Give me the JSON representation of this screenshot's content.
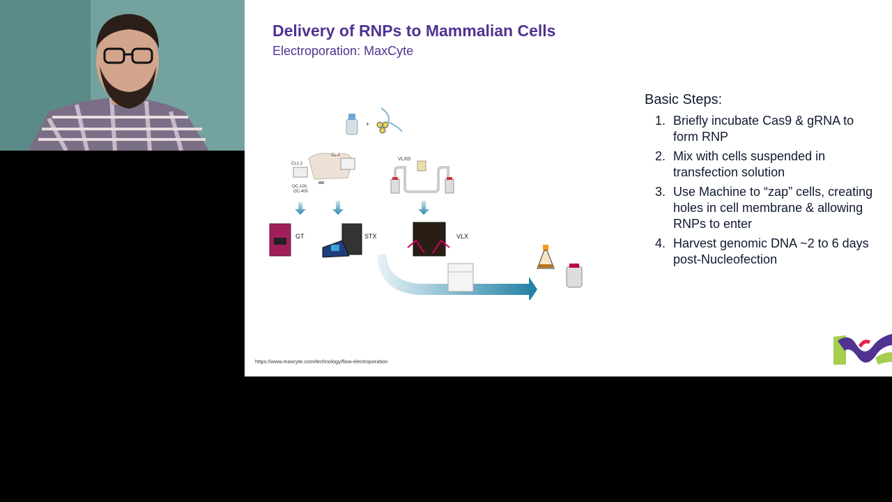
{
  "slide": {
    "title": "Delivery of RNPs to Mammalian Cells",
    "subtitle": "Electroporation: MaxCyte",
    "steps_heading": "Basic Steps:",
    "steps": [
      {
        "num": "1.",
        "text": "Briefly incubate Cas9 & gRNA to form RNP"
      },
      {
        "num": "2.",
        "text": "Mix with cells suspended in transfection solution"
      },
      {
        "num": "3.",
        "text": "Use Machine to “zap” cells, creating holes in cell membrane & allowing RNPs to enter"
      },
      {
        "num": "4.",
        "text": "Harvest genomic DNA ~2 to 6 days post-Nucleofection"
      }
    ],
    "url": "https://www.maxcyte.com/technology/flow-electroporation",
    "diagram_labels": {
      "plus": "+",
      "cl11": "CL1.1",
      "cl2": "CL-2",
      "oc": "OC-100,",
      "oc2": "OC-400",
      "vlxd": "VLXD",
      "gt": "GT",
      "stx": "STX",
      "vlx": "VLX"
    },
    "colors": {
      "title": "#503291",
      "arrow": "#2a86a8",
      "logo_primary": "#503291",
      "logo_green": "#a5cd50",
      "logo_pink": "#e61e50"
    }
  }
}
